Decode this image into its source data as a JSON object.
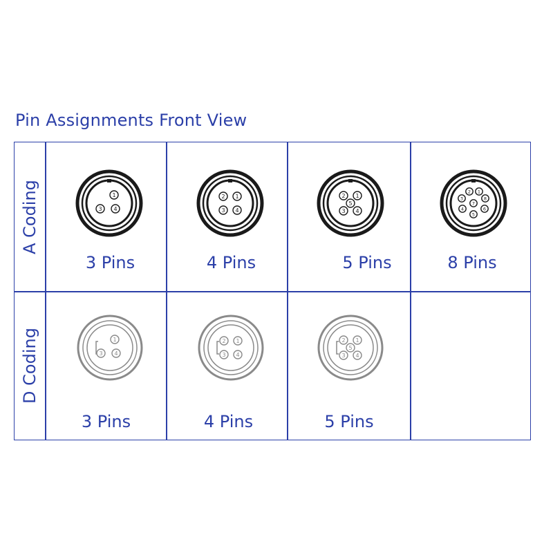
{
  "title": "Pin Assignments Front View",
  "colors": {
    "accent": "#2b3fa8",
    "connector_a": "#1a1a1a",
    "connector_d": "#8a8a8a"
  },
  "rows": [
    {
      "label": "A Coding",
      "cells": [
        {
          "pins_label": "3 Pins",
          "pin_numbers": [
            "1",
            "3",
            "4"
          ]
        },
        {
          "pins_label": "4 Pins",
          "pin_numbers": [
            "2",
            "1",
            "3",
            "4"
          ]
        },
        {
          "pins_label": "5 Pins",
          "pin_numbers": [
            "2",
            "1",
            "5",
            "3",
            "4"
          ]
        },
        {
          "pins_label": "8 Pins",
          "pin_numbers": [
            "2",
            "1",
            "3",
            "8",
            "7",
            "4",
            "6",
            "5"
          ]
        }
      ]
    },
    {
      "label": "D Coding",
      "cells": [
        {
          "pins_label": "3 Pins",
          "pin_numbers": [
            "1",
            "3",
            "4"
          ]
        },
        {
          "pins_label": "4 Pins",
          "pin_numbers": [
            "2",
            "1",
            "3",
            "4"
          ]
        },
        {
          "pins_label": "5 Pins",
          "pin_numbers": [
            "2",
            "1",
            "5",
            "3",
            "4"
          ]
        }
      ]
    }
  ]
}
